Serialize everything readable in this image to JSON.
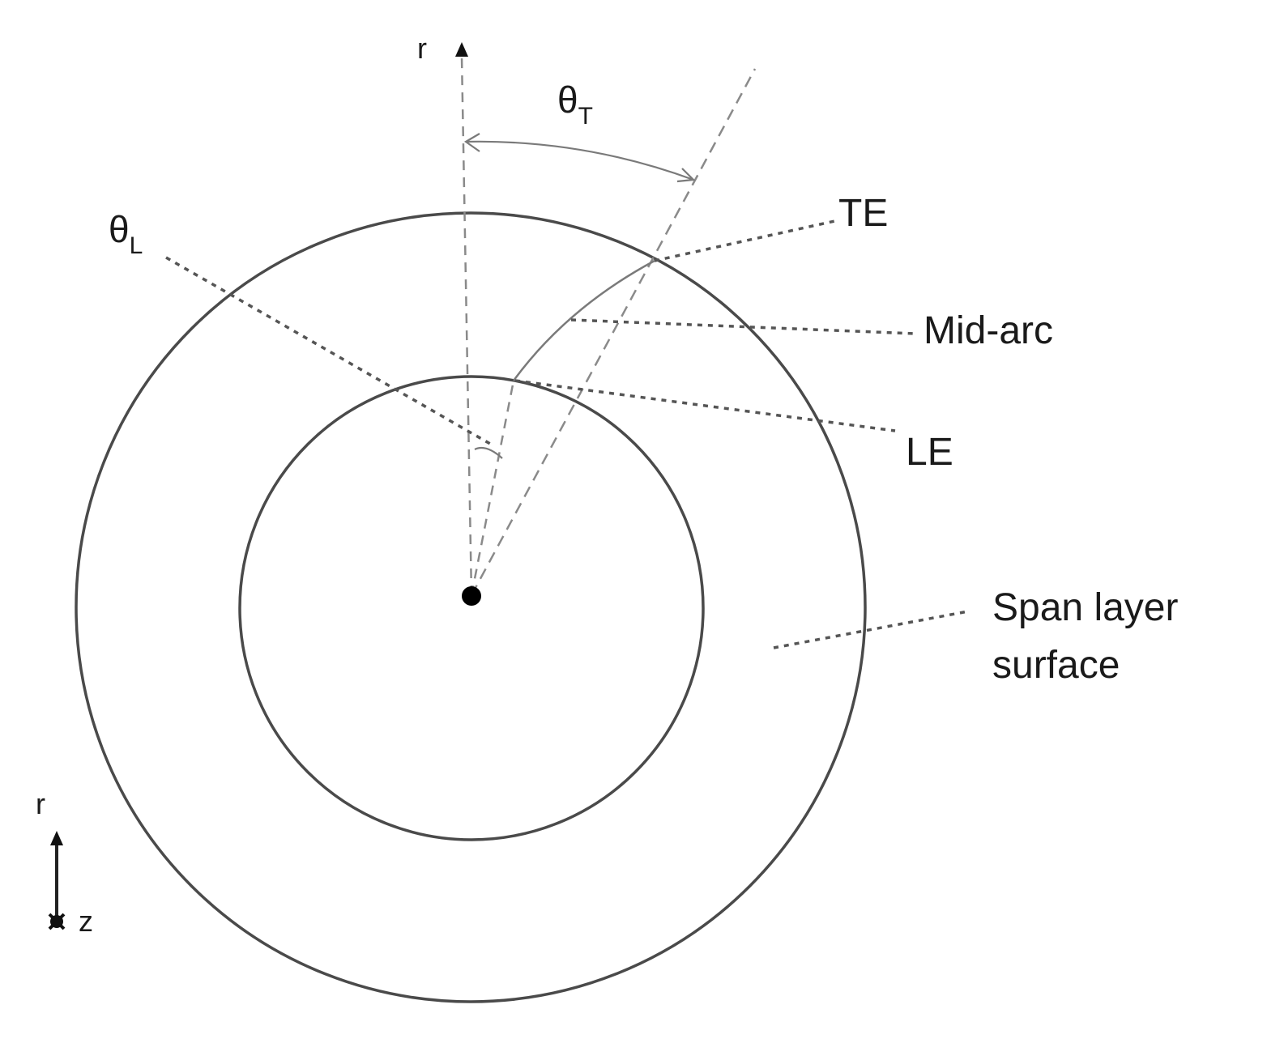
{
  "diagram": {
    "type": "blade span layer geometry (top view, r-theta plane)",
    "labels": {
      "r_axis_top": "r",
      "theta_T_symbol": "θ",
      "theta_T_sub": "T",
      "theta_L_symbol": "θ",
      "theta_L_sub": "L",
      "te": "TE",
      "mid_arc": "Mid-arc",
      "le": "LE",
      "span_line1": "Span layer",
      "span_line2": "surface",
      "triad_r": "r",
      "triad_z": "z"
    },
    "colors": {
      "stroke": "#4a4a4a",
      "dashed": "#8a8a8a",
      "text": "#1a1a1a",
      "background": "#ffffff"
    }
  }
}
